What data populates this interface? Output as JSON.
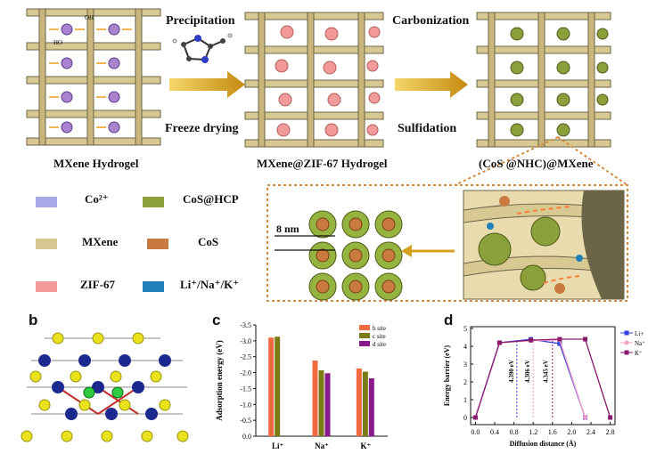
{
  "panel_a": {
    "letter": "a",
    "process_top_1": "Precipitation",
    "process_bottom_1": "Freeze drying",
    "process_top_2": "Carbonization",
    "process_bottom_2": "Sulfidation",
    "stage_1": "MXene Hydrogel",
    "stage_2": "MXene@ZIF-67 Hydrogel",
    "stage_3": "(CoS @NHC)@MXene",
    "oh_label": "OH",
    "ho_label": "HO",
    "inset_scale": "8 nm",
    "legend": [
      {
        "label": "Co²⁺",
        "color": "#a9a8e6"
      },
      {
        "label": "CoS@HCP",
        "color": "#8ba03a"
      },
      {
        "label": "MXene",
        "color": "#d8c892"
      },
      {
        "label": "CoS",
        "color": "#c97a3f"
      },
      {
        "label": "ZIF-67",
        "color": "#f29a9a"
      },
      {
        "label": "Li⁺/Na⁺/K⁺",
        "color": "#1f7fb8"
      }
    ]
  },
  "panel_b": {
    "letter": "b"
  },
  "panel_c": {
    "letter": "c",
    "chart_data": {
      "type": "bar",
      "categories": [
        "Li⁺",
        "Na⁺",
        "K⁺"
      ],
      "series": [
        {
          "name": "b site",
          "color": "#f26a3f",
          "values": [
            -3.1,
            -2.38,
            -2.13
          ]
        },
        {
          "name": "c site",
          "color": "#7c7a15",
          "values": [
            -3.13,
            -2.07,
            -2.03
          ]
        },
        {
          "name": "d site",
          "color": "#8a1a8c",
          "values": [
            null,
            -1.98,
            -1.82
          ]
        }
      ],
      "ylabel": "Adsorption energy (eV)",
      "yticks": [
        "-3.5",
        "-3.0",
        "-2.5",
        "-2.0",
        "-1.5",
        "-1.0",
        "-0.5",
        "0.0"
      ],
      "ylim": [
        -3.5,
        0
      ],
      "legend_position": "top-right"
    }
  },
  "panel_d": {
    "letter": "d",
    "chart_data": {
      "type": "line",
      "xlabel": "Diffusion distance (Å)",
      "ylabel": "Energy barrier (eV)",
      "xticks": [
        "0.0",
        "0.4",
        "0.8",
        "1.2",
        "1.6",
        "2.0",
        "2.4",
        "2.8"
      ],
      "yticks": [
        "0",
        "1",
        "2",
        "3",
        "4",
        "5"
      ],
      "xlim": [
        -0.1,
        2.9
      ],
      "ylim": [
        -0.4,
        5.1
      ],
      "series": [
        {
          "name": "Li+",
          "color": "#2f3fe0",
          "marker": "square",
          "x": [
            0.0,
            0.5,
            1.15,
            1.75,
            2.28,
            2.8
          ],
          "y": [
            0.0,
            4.2,
            4.39,
            4.15,
            0.0,
            null
          ]
        },
        {
          "name": "Na⁺",
          "color": "#f4a0c4",
          "marker": "circle",
          "x": [
            0.0,
            0.5,
            1.15,
            1.75,
            2.28,
            2.8
          ],
          "y": [
            0.0,
            4.2,
            4.306,
            4.35,
            0.0,
            null
          ]
        },
        {
          "name": "K⁺",
          "color": "#8a1a6e",
          "marker": "square",
          "x": [
            0.0,
            0.5,
            1.15,
            1.75,
            2.28,
            2.8
          ],
          "y": [
            0.0,
            4.2,
            4.345,
            4.4,
            4.4,
            0.0
          ]
        }
      ],
      "annotations": [
        "4.390 eV",
        "4.306 eV",
        "4.345 eV"
      ],
      "legend_position": "top-right"
    }
  }
}
